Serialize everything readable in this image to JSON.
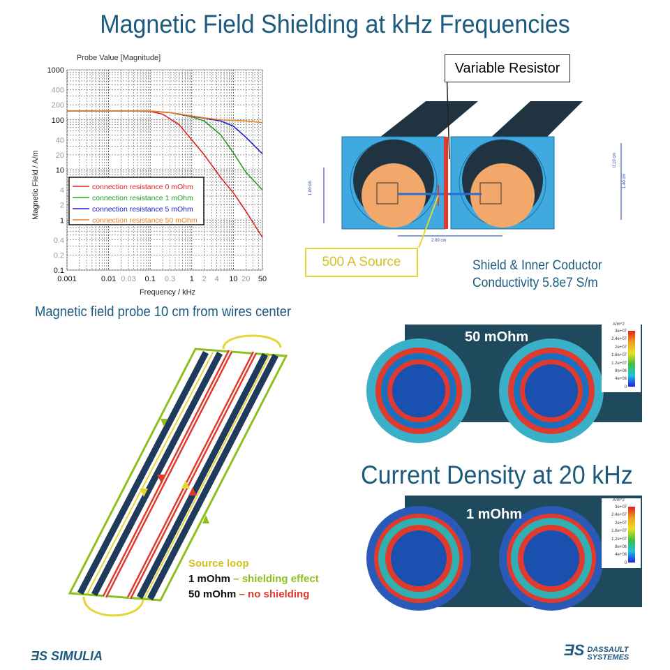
{
  "slide": {
    "title": "Magnetic Field Shielding at kHz Frequencies",
    "probe_caption": "Magnetic field probe 10 cm from wires center",
    "variable_resistor_label": "Variable Resistor",
    "source_label": "500 A Source",
    "shield_text_line1": "Shield & Inner Coductor",
    "shield_text_line2": "Conductivity 5.8e7 S/m",
    "dimensions": {
      "width": "2.00 cm",
      "inner": "1.00 cm",
      "outer": "1.40 cm",
      "gap": "0.10 cm"
    },
    "current_density_title": "Current Density at 20 kHz",
    "field_plot_top_label": "50 mOhm",
    "field_plot_bottom_label": "1 mOhm",
    "colorbar": {
      "unit": "A/m^2",
      "ticks": [
        "3e+07",
        "2.4e+07",
        "2e+07",
        "1.6e+07",
        "1.2e+07",
        "8e+06",
        "4e+06",
        "0"
      ]
    },
    "loop_legend": {
      "line1": "Source loop",
      "line2_a": "1 mOhm",
      "line2_b": " – shielding effect",
      "line3_a": "50 mOhm",
      "line3_b": " – no shielding"
    },
    "logo_left": "SIMULIA",
    "logo_right_line1": "DASSAULT",
    "logo_right_line2": "SYSTEMES",
    "colors": {
      "title": "#1c5a7e",
      "shield": "#3fa9e0",
      "copper": "#f2a86a",
      "green": "#8fbf1f",
      "red": "#e03a2e",
      "yellow": "#e4d634"
    }
  },
  "chart_data": {
    "type": "line",
    "title": "Probe Value [Magnitude]",
    "xlabel": "Frequency / kHz",
    "ylabel": "Magnetic Field / A/m",
    "xscale": "log",
    "yscale": "log",
    "xlim": [
      0.001,
      50
    ],
    "ylim": [
      0.1,
      1000
    ],
    "xticks": [
      "0.001",
      "0.01",
      "0.03",
      "0.1",
      "0.3",
      "1",
      "2",
      "4",
      "10",
      "20",
      "50"
    ],
    "xtick_values": [
      0.001,
      0.01,
      0.03,
      0.1,
      0.3,
      1,
      2,
      4,
      10,
      20,
      50
    ],
    "yticks": [
      "1000",
      "400",
      "200",
      "100",
      "40",
      "20",
      "10",
      "4",
      "2",
      "1",
      "0.4",
      "0.2",
      "0.1"
    ],
    "ytick_values": [
      1000,
      400,
      200,
      100,
      40,
      20,
      10,
      4,
      2,
      1,
      0.4,
      0.2,
      0.1
    ],
    "grid": true,
    "legend_position": "lower-left",
    "series": [
      {
        "name": "connection resistance 0 mOhm",
        "color": "#e02020",
        "x": [
          0.001,
          0.05,
          0.1,
          0.2,
          0.5,
          1,
          2,
          5,
          10,
          20,
          50
        ],
        "y": [
          150,
          150,
          148,
          130,
          80,
          40,
          20,
          7,
          3.5,
          1.5,
          0.45
        ]
      },
      {
        "name": "connection resistance 1 mOhm",
        "color": "#20a020",
        "x": [
          0.001,
          0.1,
          0.3,
          1,
          2,
          5,
          10,
          20,
          50
        ],
        "y": [
          150,
          150,
          140,
          115,
          95,
          50,
          22,
          9,
          4
        ]
      },
      {
        "name": "connection resistance 5 mOhm",
        "color": "#2020d0",
        "x": [
          0.001,
          0.1,
          0.3,
          1,
          2,
          5,
          10,
          20,
          50
        ],
        "y": [
          150,
          150,
          140,
          118,
          108,
          95,
          75,
          45,
          21
        ]
      },
      {
        "name": "connection resistance 50 mOhm",
        "color": "#f08020",
        "x": [
          0.001,
          0.1,
          0.3,
          1,
          2,
          5,
          10,
          20,
          50
        ],
        "y": [
          150,
          150,
          140,
          120,
          110,
          100,
          98,
          95,
          88
        ]
      }
    ]
  }
}
